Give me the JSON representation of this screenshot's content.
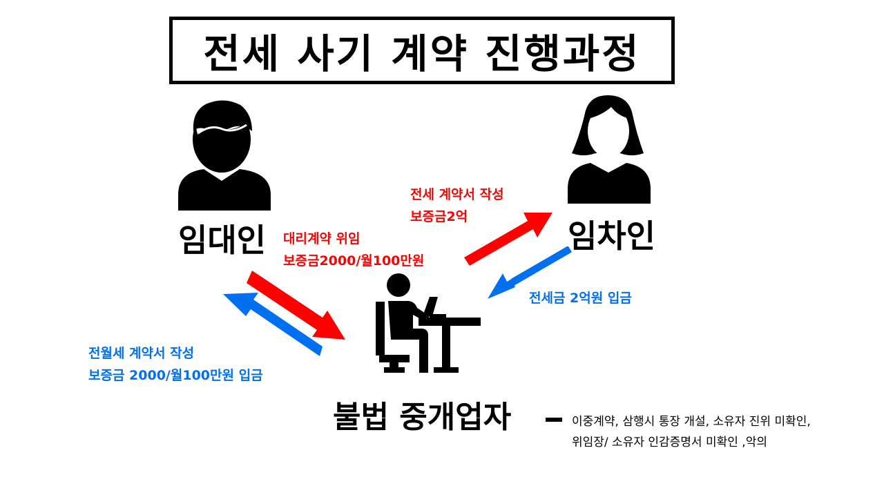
{
  "title": "전세 사기 계약 진행과정",
  "parties": {
    "landlord": "임대인",
    "tenant": "임차인",
    "broker": "불법 중개업자"
  },
  "flows": {
    "landlord_to_broker": {
      "line1": "대리계약 위임",
      "line2": "보증금2000/월100만원"
    },
    "broker_to_landlord": {
      "line1": "전월세 계약서 작성",
      "line2": "보증금 2000/월100만원 입금"
    },
    "broker_to_tenant": {
      "line1": "전세 계약서 작성",
      "line2": "보증금2억"
    },
    "tenant_to_broker": {
      "line1": "전세금 2억원 입금"
    }
  },
  "broker_issues": {
    "line1": "이중계약, 삼행시 통장 개설, 소유자 진위 미확인,",
    "line2": "위임장/ 소유자 인감증명서 미확인 ,악의"
  },
  "colors": {
    "red_arrow": "#ff0000",
    "blue_arrow": "#0070f0"
  },
  "icons": [
    "man-icon",
    "woman-icon",
    "broker-at-desk-icon"
  ]
}
